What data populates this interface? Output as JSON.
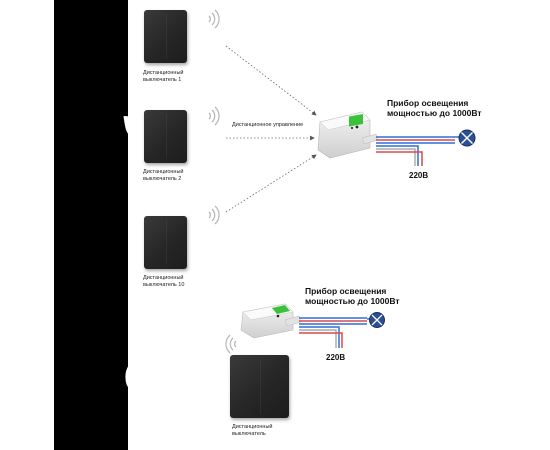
{
  "title": "Схемы работы",
  "scheme1": {
    "switches": [
      {
        "line1": "Дистанционный",
        "line2": "выключатель 1"
      },
      {
        "line1": "Дистанционный",
        "line2": "выключатель 2"
      },
      {
        "line1": "Дистанционный",
        "line2": "выключатель 10"
      }
    ],
    "remote_label": "Дистанционное управление",
    "lamp_label_1": "Прибор освещения",
    "lamp_label_2": "мощностью до 1000Вт",
    "voltage": "220В"
  },
  "scheme2": {
    "switch": {
      "line1": "Дистанционный",
      "line2": "выключатель"
    },
    "lamp_label_1": "Прибор освещения",
    "lamp_label_2": "мощностью до 1000Вт",
    "voltage": "220В"
  },
  "colors": {
    "wire_blue": "#2e6fd6",
    "wire_red": "#d94a4a",
    "wire_gray": "#9a9a9a",
    "relay_green": "#3cc13c",
    "lamp_fill": "#2b4e96"
  }
}
